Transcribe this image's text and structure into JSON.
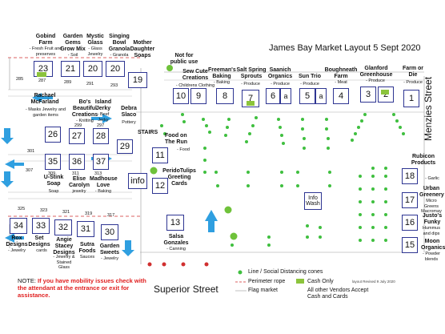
{
  "title": "James Bay Market Layout 5 Sept 2020",
  "streets": {
    "east": "Menzies Street",
    "south": "Superior Street"
  },
  "top_vendors": [
    {
      "name": "Gobind Farm",
      "desc": "- Fresh Fruit and preserves"
    },
    {
      "name": "Garden Gems Grow Mix",
      "desc": "- Soil"
    },
    {
      "name": "Mystic Glass",
      "desc": "- Glass Jewelry"
    },
    {
      "name": "Singing Bowl Granola",
      "desc": "- Granola"
    },
    {
      "name": "Mother Daughter Soaps",
      "desc": ""
    }
  ],
  "booths": {
    "b23": "23",
    "b21": "21",
    "b20": "20",
    "b19": "19",
    "b10": "10",
    "b9": "9",
    "b8": "8",
    "b7": "7",
    "b6": "6",
    "b6a": "a",
    "b5": "5",
    "b5a": "a",
    "b4": "4",
    "b3": "3",
    "b2": "2",
    "b1": "1",
    "b26": "26",
    "b27": "27",
    "b28": "28",
    "b29": "29",
    "b35": "35",
    "b36": "36",
    "b37": "37",
    "b11": "11",
    "b12": "12",
    "b13": "13",
    "binfo": "info",
    "b34": "34",
    "b33": "33",
    "b32": "32",
    "b31": "31",
    "b30": "30",
    "b18": "18",
    "b17": "17",
    "b16": "16",
    "b15": "15",
    "info_wash_1": "Info",
    "info_wash_2": "Wash"
  },
  "small_numbers": {
    "n285": "285",
    "n287": "287",
    "n289": "289",
    "n291": "291",
    "n293": "293",
    "n299": "299",
    "n297": "297",
    "n301": "301",
    "n307": "307",
    "n309": "309",
    "n311": "311",
    "n313": "313",
    "n325": "325",
    "n323": "323",
    "n321": "321",
    "n319": "319",
    "n317": "317"
  },
  "labels": {
    "not_public": "Not for public use",
    "sew_cute": "Sew Cute Creations",
    "sew_cute_sub": "- Childrens Clothing",
    "freeman": "Freeman's Baking",
    "freeman_sub": "- Baking",
    "salt_spring": "Salt Spring Sprouts",
    "salt_spring_sub": "- Produce",
    "saanich": "Saanich Organics",
    "saanich_sub": "- Produce",
    "sun_trio": "Sun Trio",
    "sun_trio_sub": "- Produce",
    "boughneath": "Boughneath Farm",
    "boughneath_sub": "- Meat",
    "glanford": "Glanford Greenhouse",
    "glanford_sub": "- Produce",
    "farm_or_die": "Farm or Die",
    "farm_or_die_sub": "- Produce",
    "rachael": "Rachael McFarland",
    "rachael_sub": "- Masks Jewelry and garden items",
    "bos": "Bo's Beautiful Creations",
    "bos_sub": "- Knitting",
    "island_jerky": "Island Jerky",
    "island_jerky_sub": "- Beef Jerky",
    "debra": "Debra Slaco",
    "debra_sub": "Pottery",
    "stairs": "STAIRS",
    "food_run": "Food on The Run",
    "food_run_sub": "- Food",
    "peridot": "PeridoTulips Greeting Cards",
    "ustink": "U-Stink Soap",
    "ustink_sub": "Soap",
    "elise": "Elise Carolyn",
    "elise_sub": "jewelry",
    "madhouse": "Madhouse Love",
    "madhouse_sub": "- Baking",
    "salsa": "Salsa Gonzales",
    "salsa_sub": "- Canning",
    "rox": "Rox Designs",
    "rox_sub": "- Jewelry",
    "set": "Set Designs",
    "set_sub": "cards",
    "angie": "Angie Stacey Designs",
    "angie_sub": "- Jewelry & Stained Glass",
    "sutra": "Sutra Foods",
    "sutra_sub": "Sauces",
    "garden_sweets": "Garden Sweets",
    "garden_sweets_sub": "- Jewelry",
    "rubicon": "Rubicon Products",
    "rubicon_sub": "- Garlic",
    "urban": "Urban Greenery",
    "urban_sub": "Micro Greens Macromay",
    "justo": "Justo's Funky",
    "justo_sub": "Hummus and dips",
    "moon": "Moon Organics",
    "moon_sub": "- Powder blends"
  },
  "note": {
    "prefix": "NOTE: ",
    "text": "If you have mobility issues check with the attendant at the entrance or exit for assistance."
  },
  "legend": {
    "cones": "Line / Social Distancing cones",
    "rope": "Perimeter rope",
    "flag": "Flag market",
    "cash": "Cash Only",
    "other": "All other Vendors Accept Cash and Cards",
    "revised": "layout Revised 9 July 2020"
  },
  "colors": {
    "booth_border": "#2e3592",
    "arrow": "#2f9fe0",
    "cone_green": "#3fbf3f",
    "cash_green": "#8cc43c",
    "rope_red": "#d02f2f",
    "note_red": "#e02020"
  }
}
